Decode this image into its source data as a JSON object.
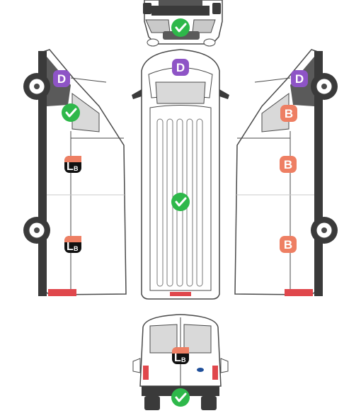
{
  "views": {
    "front": {
      "name": "front-view"
    },
    "left": {
      "name": "left-side-view"
    },
    "top": {
      "name": "top-view"
    },
    "right": {
      "name": "right-side-view"
    },
    "rear": {
      "name": "rear-view"
    }
  },
  "badges": {
    "d": {
      "letter": "D",
      "color": "#8e54c6"
    },
    "b": {
      "letter": "B",
      "color": "#ee7f63"
    },
    "lb": {
      "main": "L",
      "sub": "B",
      "top_color": "#ee7f63",
      "bottom_color": "#111111"
    },
    "check": {
      "icon": "check-circle-icon",
      "color": "#2eb84a"
    }
  },
  "colors": {
    "body_outline": "#4a4a4a",
    "body_fill": "#ffffff",
    "dark_trim": "#3a3a3a",
    "glass": "#d9d9d9",
    "tail_light": "#e0474c"
  }
}
